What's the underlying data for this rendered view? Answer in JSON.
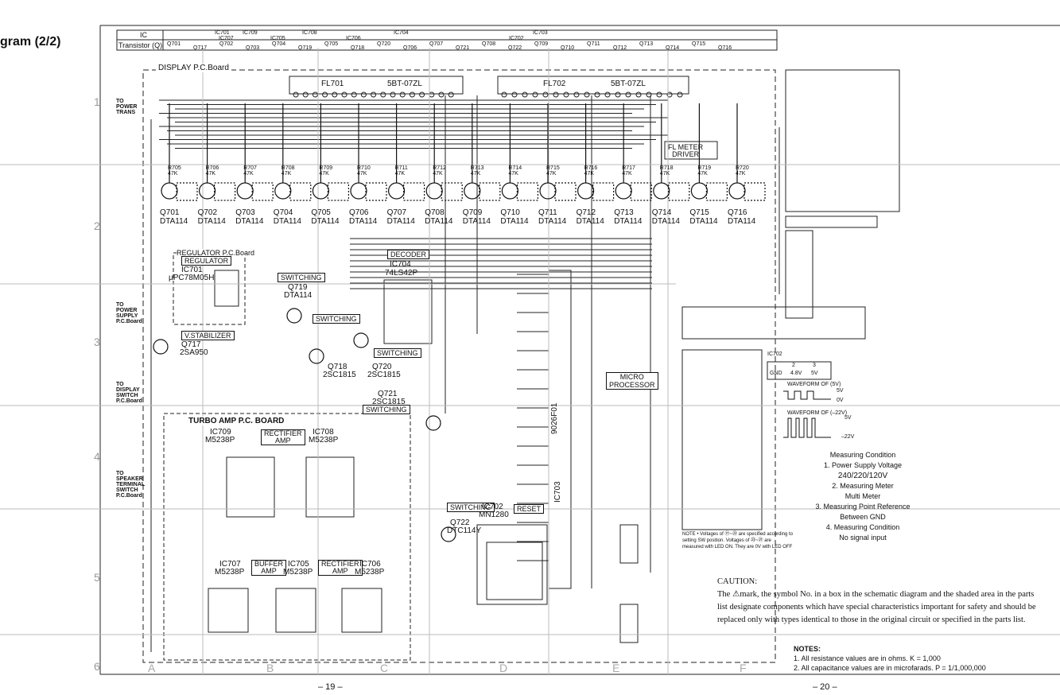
{
  "page_title": "gram (2/2)",
  "header": {
    "ic_label": "IC",
    "transistor_label": "Transistor (Q)",
    "ic_refs": [
      "IC701",
      "IC707",
      "IC709",
      "IC705",
      "IC708",
      "IC706",
      "IC704",
      "IC702",
      "IC703"
    ],
    "q_refs": [
      "Q701",
      "Q717",
      "Q702",
      "Q703",
      "Q704",
      "Q719",
      "Q705",
      "Q718",
      "Q720",
      "Q706",
      "Q707",
      "Q721",
      "Q708",
      "Q722",
      "Q709",
      "Q710",
      "Q711",
      "Q712",
      "Q713",
      "Q714",
      "Q715",
      "Q716"
    ]
  },
  "boards": {
    "display": "DISPLAY  P.C.Board",
    "regulator": "REGULATOR P.C.Board",
    "turbo": "TURBO AMP  P.C. BOARD"
  },
  "fl_tubes": [
    {
      "ref": "FL701",
      "part": "5BT-07ZL"
    },
    {
      "ref": "FL702",
      "part": "5BT-07ZL"
    }
  ],
  "transistors": [
    {
      "ref": "Q701",
      "type": "DTA114",
      "res": "R705 47K"
    },
    {
      "ref": "Q702",
      "type": "DTA114",
      "res": "R706 47K"
    },
    {
      "ref": "Q703",
      "type": "DTA114",
      "res": "R707 47K"
    },
    {
      "ref": "Q704",
      "type": "DTA114",
      "res": "R708 47K"
    },
    {
      "ref": "Q705",
      "type": "DTA114",
      "res": "R709 47K"
    },
    {
      "ref": "Q706",
      "type": "DTA114",
      "res": "R710 47K"
    },
    {
      "ref": "Q707",
      "type": "DTA114",
      "res": "R711 47K"
    },
    {
      "ref": "Q708",
      "type": "DTA114",
      "res": "R712 47K"
    },
    {
      "ref": "Q709",
      "type": "DTA114",
      "res": "R713 47K"
    },
    {
      "ref": "Q710",
      "type": "DTA114",
      "res": "R714 47K"
    },
    {
      "ref": "Q711",
      "type": "DTA114",
      "res": "R715 47K"
    },
    {
      "ref": "Q712",
      "type": "DTA114",
      "res": "R716 47K"
    },
    {
      "ref": "Q713",
      "type": "DTA114",
      "res": "R717 47K"
    },
    {
      "ref": "Q714",
      "type": "DTA114",
      "res": "R718 47K"
    },
    {
      "ref": "Q715",
      "type": "DTA114",
      "res": "R719 47K"
    },
    {
      "ref": "Q716",
      "type": "DTA114",
      "res": "R720 47K"
    }
  ],
  "blocks": {
    "regulator_tag": "REGULATOR",
    "ic701": "IC701",
    "ic701_part": "µPC78M05H",
    "switching": "SWITCHING",
    "q719": "Q719",
    "q719_part": "DTA114",
    "vstab": "V.STABILIZER",
    "q717": "Q717",
    "q717_part": "2SA950",
    "decoder": "DECODER",
    "ic704": "IC704",
    "ic704_part": "74LS42P",
    "q718": "Q718",
    "q718_part": "2SC1815",
    "q720": "Q720",
    "q720_part": "2SC1815",
    "q721": "Q721",
    "q721_part": "2SC1815",
    "q722": "Q722",
    "q722_part": "DTC114Y",
    "micro": "MICRO\nPROCESSOR",
    "ic703": "IC703",
    "ic703_part": "9026F01",
    "ic702": "IC702",
    "ic702_part": "MN1280",
    "reset": "RESET",
    "fl_meter": "FL METER\nDRIVER",
    "rectifier_amp": "RECTIFIER\nAMP",
    "buffer_amp": "BUFFER\nAMP",
    "ic709": "IC709",
    "ic708": "IC708",
    "ic707": "IC707",
    "ic705": "IC705",
    "ic706": "IC706",
    "m5238p": "M5238P"
  },
  "connectors": [
    {
      "to": "TO\nPOWER\nTRANS"
    },
    {
      "to": "TO\nPOWER\nSUPPLY\nP.C.Board"
    },
    {
      "to": "TO\nDISPLAY\nSWITCH\nP.C.Board"
    },
    {
      "to": "TO\nSPEAKER\nTERMINAL\nSWITCH\nP.C.Board"
    }
  ],
  "row_labels": [
    "1",
    "2",
    "3",
    "4",
    "5",
    "6"
  ],
  "col_labels": [
    "A",
    "B",
    "C",
    "D",
    "E",
    "F"
  ],
  "page_numbers": [
    "– 19 –",
    "– 20 –"
  ],
  "measuring": {
    "title": "Measuring  Condition",
    "lines": [
      "1. Power Supply Voltage",
      "240/220/120V",
      "2. Measuring  Meter",
      "Multi Meter",
      "3. Measuring  Point Reference",
      "Between  GND",
      "4. Measuring Condition",
      "No signal input"
    ]
  },
  "waveforms": [
    {
      "title": "WAVEFORM  OF (5V)",
      "hi": "5V",
      "lo": "0V"
    },
    {
      "title": "WAVEFORM OF (–22V)",
      "hi": "5V",
      "lo": "–22V"
    }
  ],
  "ic702_table": {
    "title": "IC702",
    "headers": [
      "",
      "2",
      "3"
    ],
    "row": [
      "GND",
      "4.8V",
      "5V"
    ]
  },
  "caution": {
    "title": "CAUTION:",
    "text": "The ⚠mark, the symbol No. in a box in the schematic diagram and the shaded area in the parts list designate components which have special characteristics important for safety and should be replaced only with types identical to those in the original circuit or specified in the parts list."
  },
  "notes": {
    "title": "NOTES:",
    "lines": [
      "1.  All resistance values are in ohms. K = 1,000",
      "2.  All capacitance values are in microfarads. P = 1/1,000,000"
    ]
  },
  "volt_note": "NOTE • Voltages of ⑰~㉒ are specified according to setting SW position. Voltages of ㉓~㉗ are measured with LED ON. They are 0V with LED OFF"
}
